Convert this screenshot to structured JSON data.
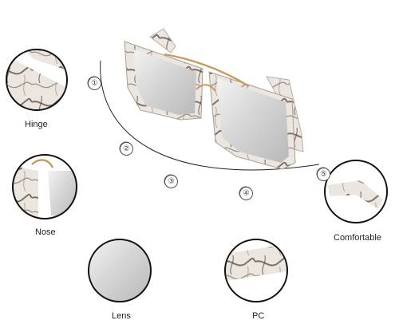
{
  "callouts": {
    "hinge": {
      "label": "Hinge"
    },
    "nose": {
      "label": "Nose"
    },
    "comfortable": {
      "label": "Comfortable"
    },
    "lens": {
      "label": "Lens"
    },
    "pc": {
      "label": "PC"
    }
  },
  "markers": [
    "①",
    "②",
    "③",
    "④",
    "⑤"
  ],
  "colors": {
    "background": "#ffffff",
    "frame_marble": "#e9e4dd",
    "marble_vein": "#6b5b52",
    "lens_silver": "#cfcfcf",
    "metal_bridge": "#c79b5a",
    "circle_border": "#111111",
    "guide_curve": "#222222"
  }
}
